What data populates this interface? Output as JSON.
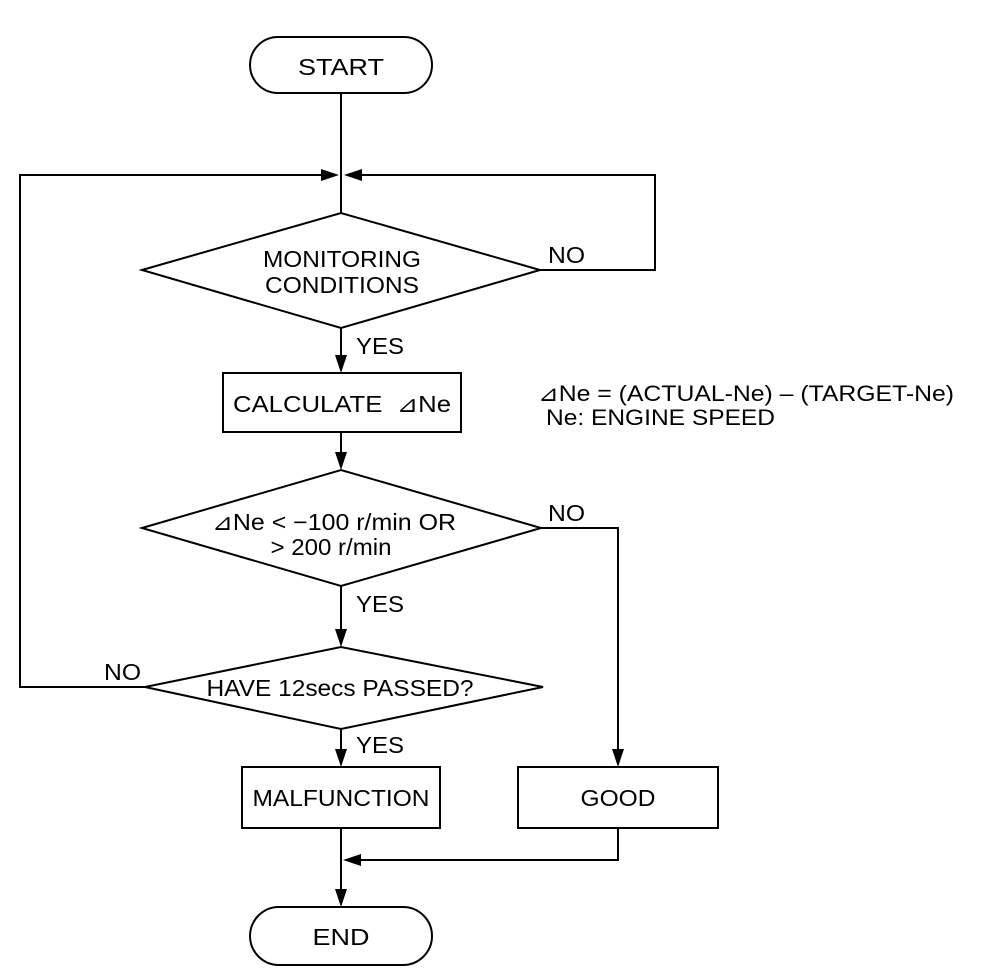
{
  "nodes": {
    "start": "START",
    "monitoring": [
      "MONITORING",
      "CONDITIONS"
    ],
    "calculate": "CALCULATE  ⊿Ne",
    "delta_check": [
      "⊿Ne < −100 r/min OR",
      "> 200 r/min"
    ],
    "time_check": "HAVE 12secs PASSED?",
    "malfunction": "MALFUNCTION",
    "good": "GOOD",
    "end": "END"
  },
  "edge_labels": {
    "monitoring_no": "NO",
    "monitoring_yes": "YES",
    "delta_no": "NO",
    "delta_yes": "YES",
    "time_no": "NO",
    "time_yes": "YES"
  },
  "notes": [
    "⊿Ne = (ACTUAL-Ne) – (TARGET-Ne)",
    "Ne: ENGINE SPEED"
  ],
  "colors": {
    "stroke": "#000000",
    "background": "#ffffff"
  }
}
